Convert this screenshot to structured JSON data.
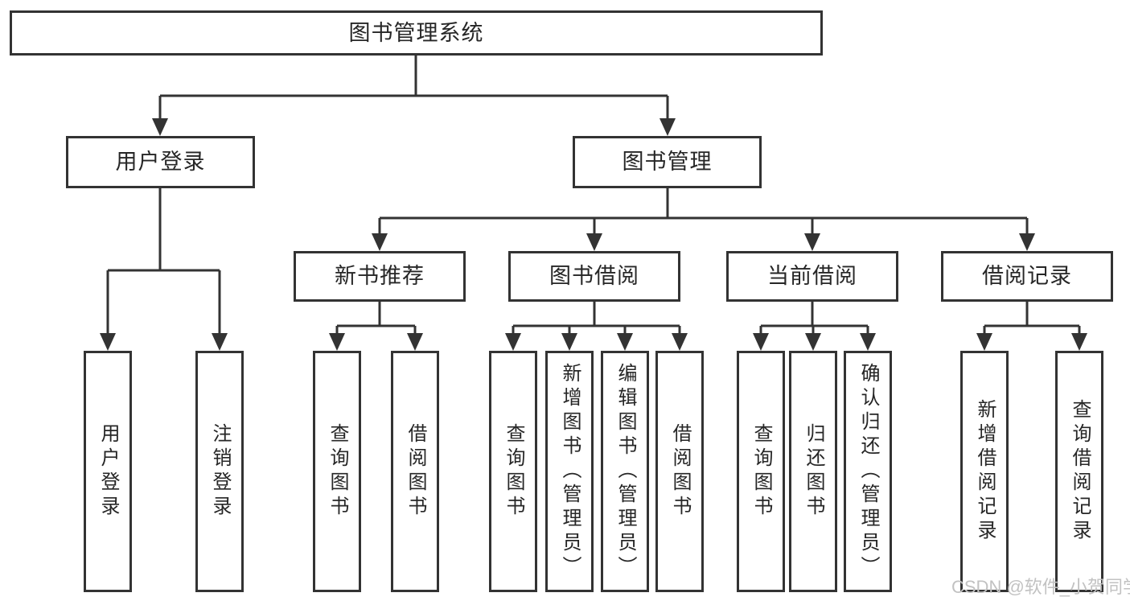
{
  "tree": {
    "label": "图书管理系统",
    "children": [
      {
        "label": "用户登录",
        "children": [
          {
            "label": "用户登录"
          },
          {
            "label": "注销登录"
          }
        ]
      },
      {
        "label": "图书管理",
        "children": [
          {
            "label": "新书推荐",
            "children": [
              {
                "label": "查询图书"
              },
              {
                "label": "借阅图书"
              }
            ]
          },
          {
            "label": "图书借阅",
            "children": [
              {
                "label": "查询图书"
              },
              {
                "label": "新增图书（管理员）"
              },
              {
                "label": "编辑图书（管理员）"
              },
              {
                "label": "借阅图书"
              }
            ]
          },
          {
            "label": "当前借阅",
            "children": [
              {
                "label": "查询图书"
              },
              {
                "label": "归还图书"
              },
              {
                "label": "确认归还（管理员）"
              }
            ]
          },
          {
            "label": "借阅记录",
            "children": [
              {
                "label": "新增借阅记录"
              },
              {
                "label": "查询借阅记录"
              }
            ]
          }
        ]
      }
    ]
  },
  "watermark": {
    "text": "CSDN @软件_小贺同学"
  },
  "colors": {
    "line": "#333333",
    "text": "#262626",
    "watermark": "#c2c2c2",
    "background": "#ffffff"
  }
}
